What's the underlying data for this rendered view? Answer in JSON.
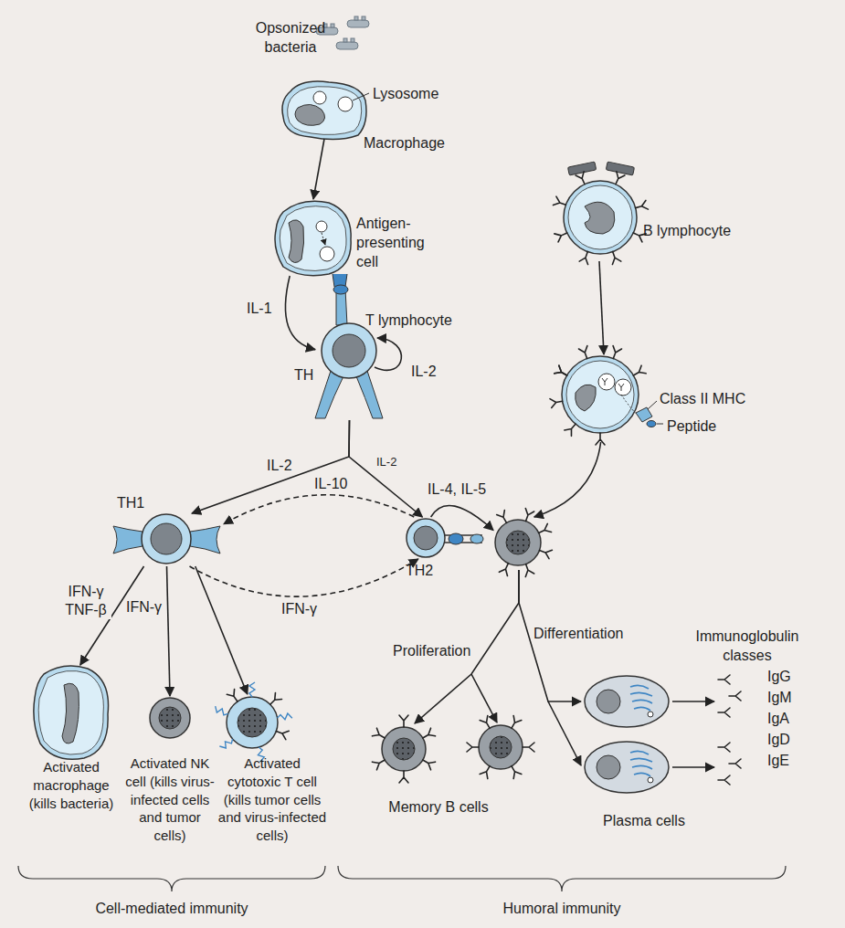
{
  "diagram": {
    "nodes": [
      {
        "text": [
          "Macrophage"
        ]
      },
      {
        "text": [
          "B lymphocyte"
        ]
      },
      {
        "text": [
          "Antigen-presenting cell"
        ]
      },
      {
        "text": [
          "T lymphocyte",
          "TH"
        ]
      },
      {
        "text": [
          "Class II MHC",
          "Peptide"
        ]
      },
      {
        "text": [
          "TH1"
        ]
      },
      {
        "text": [
          "TH2"
        ]
      },
      {
        "text": []
      },
      {
        "text": [
          "Activated macrophage (kills bacteria)"
        ]
      },
      {
        "text": [
          "Activated NK cell (kills virus-infected cells and tumor cells)"
        ]
      },
      {
        "text": [
          "Activated cytotoxic T cell (kills tumor cells and virus-infected cells)"
        ]
      },
      {
        "text": [
          "Memory B cells"
        ]
      },
      {
        "text": [
          "Plasma cells"
        ]
      },
      {
        "text": [
          "Immunoglobulin classes",
          "IgG",
          "IgM",
          "IgA",
          "IgD",
          "IgE"
        ]
      }
    ],
    "edges": [
      {
        "from": 0,
        "to": 2,
        "arrow": "to"
      },
      {
        "from": 2,
        "to": 3,
        "label": "IL-1",
        "arrow": "to"
      },
      {
        "from": 3,
        "to": 5,
        "label": "IL-2",
        "arrow": "to"
      },
      {
        "from": 3,
        "to": 6,
        "label": "IL-2",
        "arrow": "to"
      },
      {
        "from": 6,
        "to": 5,
        "label": "IL-10",
        "arrow": "to"
      },
      {
        "from": 5,
        "to": 6,
        "label": "IFN-γ",
        "arrow": "to"
      },
      {
        "from": 6,
        "to": 7,
        "label": "IL-4, IL-5",
        "arrow": "to"
      },
      {
        "from": 1,
        "to": 4,
        "arrow": "to"
      },
      {
        "from": 4,
        "to": 7,
        "arrow": "to"
      },
      {
        "from": 5,
        "to": 8,
        "label": "IFN-γ TNF-β",
        "arrow": "to"
      },
      {
        "from": 5,
        "to": 9,
        "label": "IFN-γ",
        "arrow": "to"
      },
      {
        "from": 5,
        "to": 10,
        "arrow": "to"
      },
      {
        "from": 7,
        "to": 11,
        "label": "Proliferation",
        "arrow": "to"
      },
      {
        "from": 7,
        "to": 12,
        "label": "Differentiation",
        "arrow": "to"
      },
      {
        "from": 12,
        "to": 13,
        "arrow": "to"
      },
      {
        "from": 12,
        "to": 13,
        "arrow": "to"
      }
    ],
    "labels": [
      "Opsonized bacteria",
      "Lysosome",
      "IL-2",
      "Cell-mediated immunity",
      "Humoral immunity"
    ]
  }
}
